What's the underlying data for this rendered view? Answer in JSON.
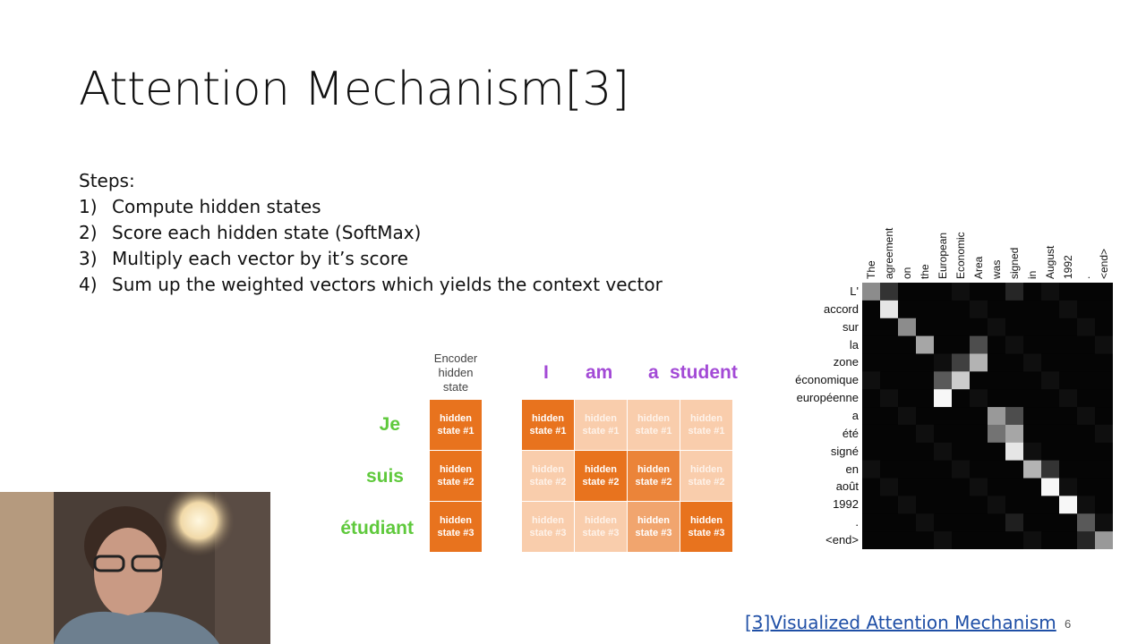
{
  "slide": {
    "title": "Attention Mechanism[3]",
    "steps_heading": "Steps:",
    "steps": [
      {
        "num": "1)",
        "text": "Compute hidden states"
      },
      {
        "num": "2)",
        "text": "Score each hidden state (SoftMax)"
      },
      {
        "num": "3)",
        "text": "Multiply each vector by it’s score"
      },
      {
        "num": "4)",
        "text": "Sum up the weighted vectors which yields the context vector"
      }
    ],
    "encoder_title": [
      "Encoder",
      "hidden",
      "state"
    ],
    "source_words": [
      "Je",
      "suis",
      "étudiant"
    ],
    "target_words": [
      "I",
      "am",
      "a",
      "student"
    ],
    "hidden_labels": [
      [
        "hidden",
        "state #1"
      ],
      [
        "hidden",
        "state #2"
      ],
      [
        "hidden",
        "state #3"
      ]
    ],
    "attention_weights": [
      [
        1.0,
        0.2,
        0.2,
        0.2
      ],
      [
        0.2,
        1.0,
        0.85,
        0.2
      ],
      [
        0.2,
        0.2,
        0.55,
        1.0
      ]
    ],
    "heatmap": {
      "x_labels": [
        "The",
        "agreement",
        "on",
        "the",
        "European",
        "Economic",
        "Area",
        "was",
        "signed",
        "in",
        "August",
        "1992",
        ".",
        "<end>"
      ],
      "y_labels": [
        "L'",
        "accord",
        "sur",
        "la",
        "zone",
        "économique",
        "européenne",
        "a",
        "été",
        "signé",
        "en",
        "août",
        "1992",
        ".",
        "<end>"
      ]
    },
    "reference_link": "[3]Visualized Attention Mechanism",
    "page_number": "6"
  },
  "colors": {
    "orange_strong": "#e8731e",
    "orange_light": "#fde3cf",
    "source_green": "#5fc93c",
    "target_purple": "#a34ad6",
    "link_blue": "#1f4fa6"
  }
}
